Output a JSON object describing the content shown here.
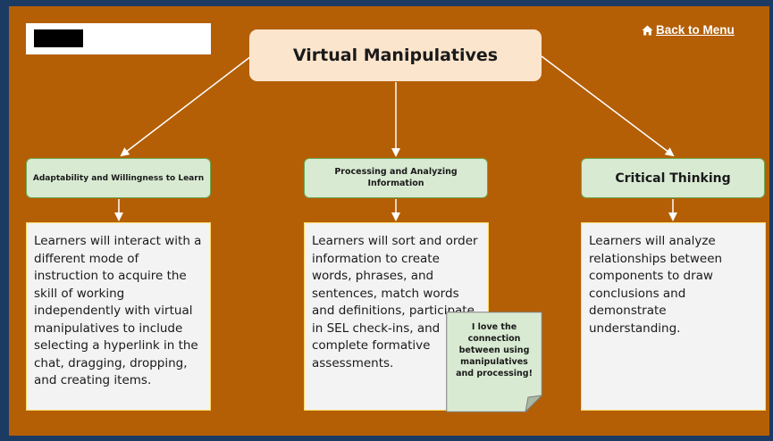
{
  "title": "Virtual Manipulatives",
  "back_link": {
    "label": "Back to Menu",
    "icon": "home-icon"
  },
  "redaction": {
    "fill": "#000000"
  },
  "colors": {
    "background": "#b45f06",
    "title_box": "#fce5cd",
    "topic_box": "#d9ead3",
    "topic_border": "#6aa84f",
    "detail_box": "#f3f3f3",
    "detail_border": "#ffd966",
    "sticky_note": "#d9ead3",
    "connector": "#ffffff"
  },
  "topics": [
    {
      "label": "Adaptability and Willingness to Learn",
      "detail": "Learners will interact with a different mode of instruction to acquire the skill of working independently with virtual manipulatives to include selecting a hyperlink in the chat, dragging, dropping, and creating items."
    },
    {
      "label": "Processing and Analyzing Information",
      "detail": "Learners will sort and order information to create words, phrases, and sentences, match words and definitions, participate in SEL check-ins, and complete formative assessments."
    },
    {
      "label": "Critical Thinking",
      "detail": "Learners will analyze relationships between components to draw conclusions and demonstrate understanding."
    }
  ],
  "sticky_note": {
    "text": "I love the connection between using manipulatives and processing!"
  }
}
